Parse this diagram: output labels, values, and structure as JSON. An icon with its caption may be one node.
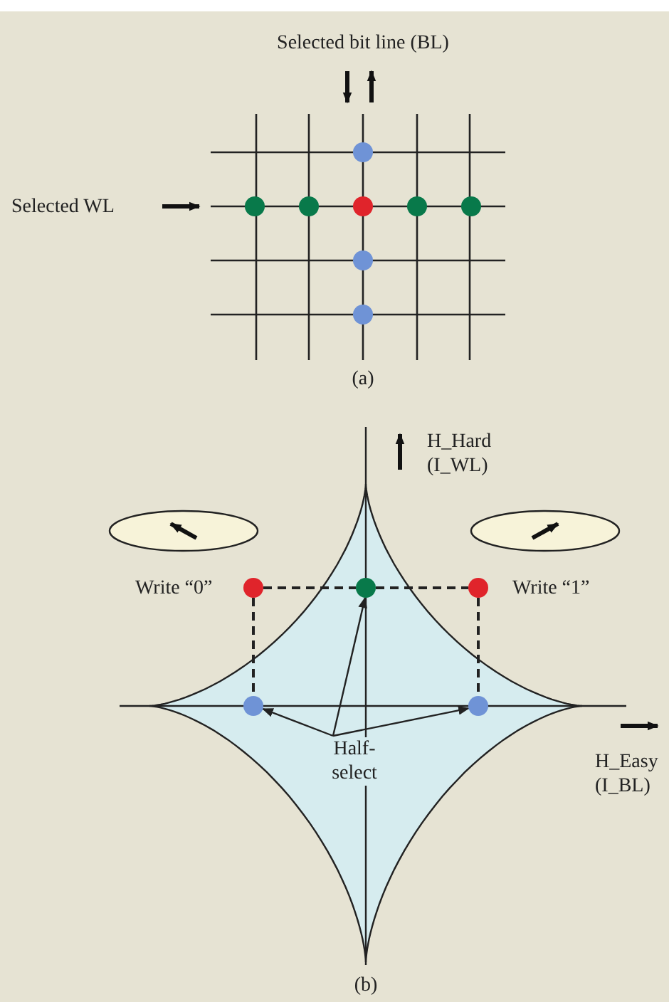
{
  "diagram": {
    "nodes": [
      {
        "text": [],
        "shape": "circle",
        "beside": [
          "Write “0”"
        ]
      },
      {
        "text": [],
        "shape": "circle"
      },
      {
        "text": [],
        "shape": "circle",
        "beside": [
          "Write “1”"
        ]
      },
      {
        "text": [],
        "shape": "circle"
      },
      {
        "text": [],
        "shape": "circle"
      },
      {
        "text": [
          "Half-select"
        ]
      }
    ],
    "edges": [
      {
        "from": 0,
        "to": 1,
        "arrow": "none",
        "style": "dashed"
      },
      {
        "from": 1,
        "to": 2,
        "arrow": "none",
        "style": "dashed"
      },
      {
        "from": 0,
        "to": 3,
        "arrow": "none",
        "style": "dashed"
      },
      {
        "from": 2,
        "to": 4,
        "arrow": "none",
        "style": "dashed"
      },
      {
        "from": 5,
        "to": 1,
        "arrow": "to"
      },
      {
        "from": 5,
        "to": 3,
        "arrow": "to"
      },
      {
        "from": 5,
        "to": 4,
        "arrow": "to"
      }
    ],
    "labels": [
      "Selected bit line (BL)",
      "Selected WL",
      "(a)",
      "H_Hard (I_WL)",
      "H_Easy (I_BL)",
      "(b)"
    ]
  }
}
